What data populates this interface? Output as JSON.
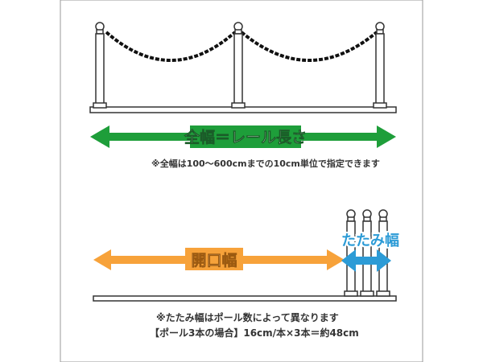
{
  "top_section": {
    "label": "全幅＝レール長さ",
    "note": "※全幅は100〜600cmまでの10cm単位で指定できます"
  },
  "bottom_section": {
    "opening_label": "開口幅",
    "fold_label": "たたみ幅",
    "note_line1": "※たたみ幅はポール数によって異なります",
    "note_line2": "【ポール3本の場合】16cm/本×3本＝約48cm"
  },
  "colors": {
    "green": "#1e9e3a",
    "orange": "#f7a23a",
    "blue": "#2c9bd6",
    "outline": "#333333"
  }
}
